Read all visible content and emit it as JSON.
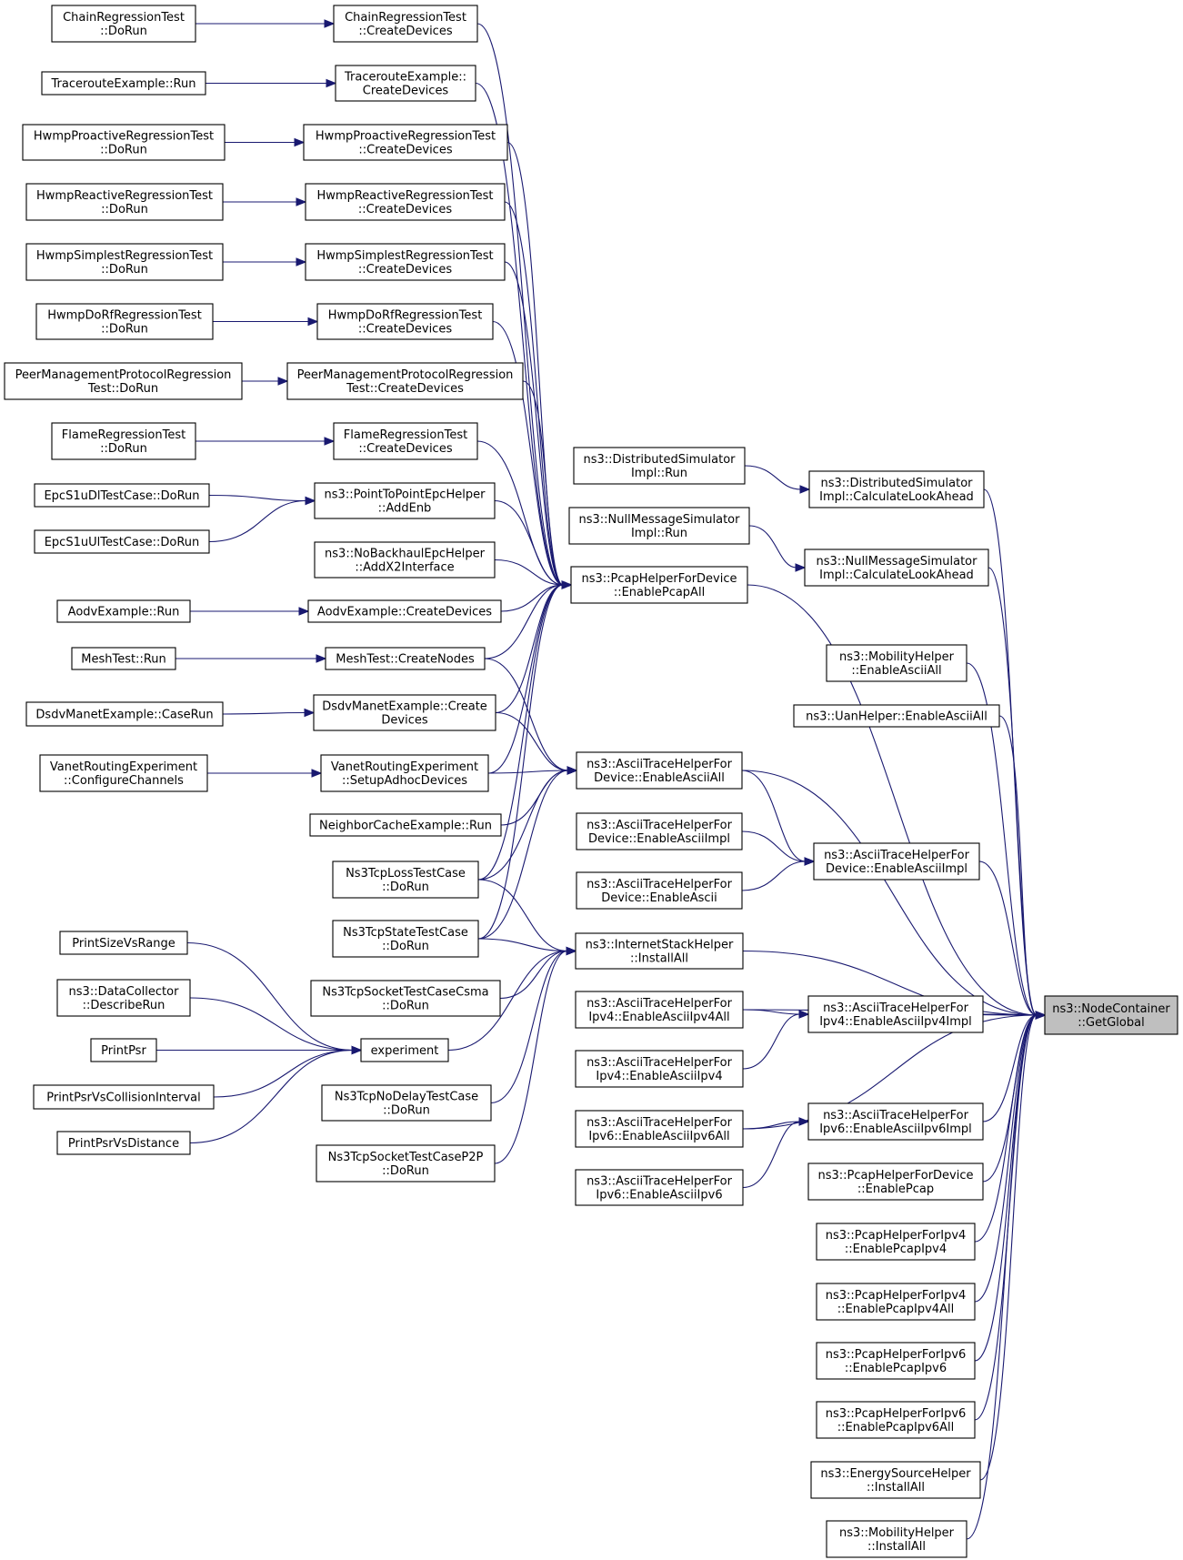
{
  "diagram": {
    "type": "call-graph",
    "root": "n_gg",
    "nodes": [
      {
        "id": "n_gg",
        "lines": [
          "ns3::NodeContainer",
          "::GetGlobal"
        ],
        "highlight": true
      },
      {
        "id": "n_crt_dr",
        "lines": [
          "ChainRegressionTest",
          "::DoRun"
        ]
      },
      {
        "id": "n_crt_cd",
        "lines": [
          "ChainRegressionTest",
          "::CreateDevices"
        ]
      },
      {
        "id": "n_tre_r",
        "lines": [
          "TracerouteExample::Run"
        ]
      },
      {
        "id": "n_tre_cd",
        "lines": [
          "TracerouteExample::",
          "CreateDevices"
        ]
      },
      {
        "id": "n_hp_dr",
        "lines": [
          "HwmpProactiveRegressionTest",
          "::DoRun"
        ]
      },
      {
        "id": "n_hp_cd",
        "lines": [
          "HwmpProactiveRegressionTest",
          "::CreateDevices"
        ]
      },
      {
        "id": "n_hr_dr",
        "lines": [
          "HwmpReactiveRegressionTest",
          "::DoRun"
        ]
      },
      {
        "id": "n_hr_cd",
        "lines": [
          "HwmpReactiveRegressionTest",
          "::CreateDevices"
        ]
      },
      {
        "id": "n_hs_dr",
        "lines": [
          "HwmpSimplestRegressionTest",
          "::DoRun"
        ]
      },
      {
        "id": "n_hs_cd",
        "lines": [
          "HwmpSimplestRegressionTest",
          "::CreateDevices"
        ]
      },
      {
        "id": "n_hd_dr",
        "lines": [
          "HwmpDoRfRegressionTest",
          "::DoRun"
        ]
      },
      {
        "id": "n_hd_cd",
        "lines": [
          "HwmpDoRfRegressionTest",
          "::CreateDevices"
        ]
      },
      {
        "id": "n_pm_dr",
        "lines": [
          "PeerManagementProtocolRegression",
          "Test::DoRun"
        ]
      },
      {
        "id": "n_pm_cd",
        "lines": [
          "PeerManagementProtocolRegression",
          "Test::CreateDevices"
        ]
      },
      {
        "id": "n_fr_dr",
        "lines": [
          "FlameRegressionTest",
          "::DoRun"
        ]
      },
      {
        "id": "n_fr_cd",
        "lines": [
          "FlameRegressionTest",
          "::CreateDevices"
        ]
      },
      {
        "id": "n_dl",
        "lines": [
          "EpcS1uDlTestCase::DoRun"
        ]
      },
      {
        "id": "n_ul",
        "lines": [
          "EpcS1uUlTestCase::DoRun"
        ]
      },
      {
        "id": "n_p2p",
        "lines": [
          "ns3::PointToPointEpcHelper",
          "::AddEnb"
        ]
      },
      {
        "id": "n_nbh",
        "lines": [
          "ns3::NoBackhaulEpcHelper",
          "::AddX2Interface"
        ]
      },
      {
        "id": "n_aodv_r",
        "lines": [
          "AodvExample::Run"
        ]
      },
      {
        "id": "n_aodv_cd",
        "lines": [
          "AodvExample::CreateDevices"
        ]
      },
      {
        "id": "n_mesh_r",
        "lines": [
          "MeshTest::Run"
        ]
      },
      {
        "id": "n_mesh_cn",
        "lines": [
          "MeshTest::CreateNodes"
        ]
      },
      {
        "id": "n_dsdv_cr",
        "lines": [
          "DsdvManetExample::CaseRun"
        ]
      },
      {
        "id": "n_dsdv_cd",
        "lines": [
          "DsdvManetExample::Create",
          "Devices"
        ]
      },
      {
        "id": "n_vr_cc",
        "lines": [
          "VanetRoutingExperiment",
          "::ConfigureChannels"
        ]
      },
      {
        "id": "n_vr_sa",
        "lines": [
          "VanetRoutingExperiment",
          "::SetupAdhocDevices"
        ]
      },
      {
        "id": "n_nce",
        "lines": [
          "NeighborCacheExample::Run"
        ]
      },
      {
        "id": "n_loss",
        "lines": [
          "Ns3TcpLossTestCase",
          "::DoRun"
        ]
      },
      {
        "id": "n_state",
        "lines": [
          "Ns3TcpStateTestCase",
          "::DoRun"
        ]
      },
      {
        "id": "n_csma",
        "lines": [
          "Ns3TcpSocketTestCaseCsma",
          "::DoRun"
        ]
      },
      {
        "id": "n_nodelay",
        "lines": [
          "Ns3TcpNoDelayTestCase",
          "::DoRun"
        ]
      },
      {
        "id": "n_p2ptc",
        "lines": [
          "Ns3TcpSocketTestCaseP2P",
          "::DoRun"
        ]
      },
      {
        "id": "n_psvr",
        "lines": [
          "PrintSizeVsRange"
        ]
      },
      {
        "id": "n_dc",
        "lines": [
          "ns3::DataCollector",
          "::DescribeRun"
        ]
      },
      {
        "id": "n_pp",
        "lines": [
          "PrintPsr"
        ]
      },
      {
        "id": "n_ppci",
        "lines": [
          "PrintPsrVsCollisionInterval"
        ]
      },
      {
        "id": "n_ppd",
        "lines": [
          "PrintPsrVsDistance"
        ]
      },
      {
        "id": "n_exp",
        "lines": [
          "experiment"
        ]
      },
      {
        "id": "n_ds_run",
        "lines": [
          "ns3::DistributedSimulator",
          "Impl::Run"
        ]
      },
      {
        "id": "n_nm_run",
        "lines": [
          "ns3::NullMessageSimulator",
          "Impl::Run"
        ]
      },
      {
        "id": "n_pcap_all",
        "lines": [
          "ns3::PcapHelperForDevice",
          "::EnablePcapAll"
        ]
      },
      {
        "id": "n_ascii_all",
        "lines": [
          "ns3::AsciiTraceHelperFor",
          "Device::EnableAsciiAll"
        ]
      },
      {
        "id": "n_ascii_impl_c",
        "lines": [
          "ns3::AsciiTraceHelperFor",
          "Device::EnableAsciiImpl"
        ]
      },
      {
        "id": "n_ascii_enable",
        "lines": [
          "ns3::AsciiTraceHelperFor",
          "Device::EnableAscii"
        ]
      },
      {
        "id": "n_isa",
        "lines": [
          "ns3::InternetStackHelper",
          "::InstallAll"
        ]
      },
      {
        "id": "n_ip4_all",
        "lines": [
          "ns3::AsciiTraceHelperFor",
          "Ipv4::EnableAsciiIpv4All"
        ]
      },
      {
        "id": "n_ip4",
        "lines": [
          "ns3::AsciiTraceHelperFor",
          "Ipv4::EnableAsciiIpv4"
        ]
      },
      {
        "id": "n_ip6_all",
        "lines": [
          "ns3::AsciiTraceHelperFor",
          "Ipv6::EnableAsciiIpv6All"
        ]
      },
      {
        "id": "n_ip6",
        "lines": [
          "ns3::AsciiTraceHelperFor",
          "Ipv6::EnableAsciiIpv6"
        ]
      },
      {
        "id": "n_ds_cla",
        "lines": [
          "ns3::DistributedSimulator",
          "Impl::CalculateLookAhead"
        ]
      },
      {
        "id": "n_nm_cla",
        "lines": [
          "ns3::NullMessageSimulator",
          "Impl::CalculateLookAhead"
        ]
      },
      {
        "id": "n_mob_ea",
        "lines": [
          "ns3::MobilityHelper",
          "::EnableAsciiAll"
        ]
      },
      {
        "id": "n_uan",
        "lines": [
          "ns3::UanHelper::EnableAsciiAll"
        ]
      },
      {
        "id": "n_ascii_impl",
        "lines": [
          "ns3::AsciiTraceHelperFor",
          "Device::EnableAsciiImpl"
        ]
      },
      {
        "id": "n_ip4_impl",
        "lines": [
          "ns3::AsciiTraceHelperFor",
          "Ipv4::EnableAsciiIpv4Impl"
        ]
      },
      {
        "id": "n_ip6_impl",
        "lines": [
          "ns3::AsciiTraceHelperFor",
          "Ipv6::EnableAsciiIpv6Impl"
        ]
      },
      {
        "id": "n_pcap",
        "lines": [
          "ns3::PcapHelperForDevice",
          "::EnablePcap"
        ]
      },
      {
        "id": "n_pcap4",
        "lines": [
          "ns3::PcapHelperForIpv4",
          "::EnablePcapIpv4"
        ]
      },
      {
        "id": "n_pcap4all",
        "lines": [
          "ns3::PcapHelperForIpv4",
          "::EnablePcapIpv4All"
        ]
      },
      {
        "id": "n_pcap6",
        "lines": [
          "ns3::PcapHelperForIpv6",
          "::EnablePcapIpv6"
        ]
      },
      {
        "id": "n_pcap6all",
        "lines": [
          "ns3::PcapHelperForIpv6",
          "::EnablePcapIpv6All"
        ]
      },
      {
        "id": "n_esh",
        "lines": [
          "ns3::EnergySourceHelper",
          "::InstallAll"
        ]
      },
      {
        "id": "n_mob_ia",
        "lines": [
          "ns3::MobilityHelper",
          "::InstallAll"
        ]
      }
    ],
    "edges": [
      [
        "n_crt_dr",
        "n_crt_cd"
      ],
      [
        "n_tre_r",
        "n_tre_cd"
      ],
      [
        "n_hp_dr",
        "n_hp_cd"
      ],
      [
        "n_hr_dr",
        "n_hr_cd"
      ],
      [
        "n_hs_dr",
        "n_hs_cd"
      ],
      [
        "n_hd_dr",
        "n_hd_cd"
      ],
      [
        "n_pm_dr",
        "n_pm_cd"
      ],
      [
        "n_fr_dr",
        "n_fr_cd"
      ],
      [
        "n_dl",
        "n_p2p"
      ],
      [
        "n_ul",
        "n_p2p"
      ],
      [
        "n_aodv_r",
        "n_aodv_cd"
      ],
      [
        "n_mesh_r",
        "n_mesh_cn"
      ],
      [
        "n_dsdv_cr",
        "n_dsdv_cd"
      ],
      [
        "n_vr_cc",
        "n_vr_sa"
      ],
      [
        "n_crt_cd",
        "n_pcap_all"
      ],
      [
        "n_tre_cd",
        "n_pcap_all"
      ],
      [
        "n_hp_cd",
        "n_pcap_all"
      ],
      [
        "n_hr_cd",
        "n_pcap_all"
      ],
      [
        "n_hs_cd",
        "n_pcap_all"
      ],
      [
        "n_hd_cd",
        "n_pcap_all"
      ],
      [
        "n_pm_cd",
        "n_pcap_all"
      ],
      [
        "n_fr_cd",
        "n_pcap_all"
      ],
      [
        "n_p2p",
        "n_pcap_all"
      ],
      [
        "n_nbh",
        "n_pcap_all"
      ],
      [
        "n_aodv_cd",
        "n_pcap_all"
      ],
      [
        "n_mesh_cn",
        "n_pcap_all"
      ],
      [
        "n_dsdv_cd",
        "n_pcap_all"
      ],
      [
        "n_vr_sa",
        "n_pcap_all"
      ],
      [
        "n_loss",
        "n_pcap_all"
      ],
      [
        "n_state",
        "n_pcap_all"
      ],
      [
        "n_mesh_cn",
        "n_ascii_all"
      ],
      [
        "n_dsdv_cd",
        "n_ascii_all"
      ],
      [
        "n_vr_sa",
        "n_ascii_all"
      ],
      [
        "n_nce",
        "n_ascii_all"
      ],
      [
        "n_loss",
        "n_ascii_all"
      ],
      [
        "n_state",
        "n_ascii_all"
      ],
      [
        "n_loss",
        "n_isa"
      ],
      [
        "n_state",
        "n_isa"
      ],
      [
        "n_csma",
        "n_isa"
      ],
      [
        "n_exp",
        "n_isa"
      ],
      [
        "n_nodelay",
        "n_isa"
      ],
      [
        "n_p2ptc",
        "n_isa"
      ],
      [
        "n_psvr",
        "n_exp"
      ],
      [
        "n_dc",
        "n_exp"
      ],
      [
        "n_pp",
        "n_exp"
      ],
      [
        "n_ppci",
        "n_exp"
      ],
      [
        "n_ppd",
        "n_exp"
      ],
      [
        "n_ds_run",
        "n_ds_cla"
      ],
      [
        "n_nm_run",
        "n_nm_cla"
      ],
      [
        "n_ascii_all",
        "n_ascii_impl"
      ],
      [
        "n_ascii_impl_c",
        "n_ascii_impl"
      ],
      [
        "n_ascii_enable",
        "n_ascii_impl"
      ],
      [
        "n_ip4_all",
        "n_ip4_impl"
      ],
      [
        "n_ip4",
        "n_ip4_impl"
      ],
      [
        "n_ip6_all",
        "n_ip6_impl"
      ],
      [
        "n_ip6",
        "n_ip6_impl"
      ],
      [
        "n_ds_cla",
        "n_gg"
      ],
      [
        "n_nm_cla",
        "n_gg"
      ],
      [
        "n_pcap_all",
        "n_gg"
      ],
      [
        "n_mob_ea",
        "n_gg"
      ],
      [
        "n_uan",
        "n_gg"
      ],
      [
        "n_ascii_all",
        "n_gg"
      ],
      [
        "n_ascii_impl",
        "n_gg"
      ],
      [
        "n_isa",
        "n_gg"
      ],
      [
        "n_ip4_all",
        "n_gg"
      ],
      [
        "n_ip4_impl",
        "n_gg"
      ],
      [
        "n_ip6_all",
        "n_gg"
      ],
      [
        "n_ip6_impl",
        "n_gg"
      ],
      [
        "n_pcap",
        "n_gg"
      ],
      [
        "n_pcap4",
        "n_gg"
      ],
      [
        "n_pcap4all",
        "n_gg"
      ],
      [
        "n_pcap6",
        "n_gg"
      ],
      [
        "n_pcap6all",
        "n_gg"
      ],
      [
        "n_esh",
        "n_gg"
      ],
      [
        "n_mob_ia",
        "n_gg"
      ]
    ]
  }
}
